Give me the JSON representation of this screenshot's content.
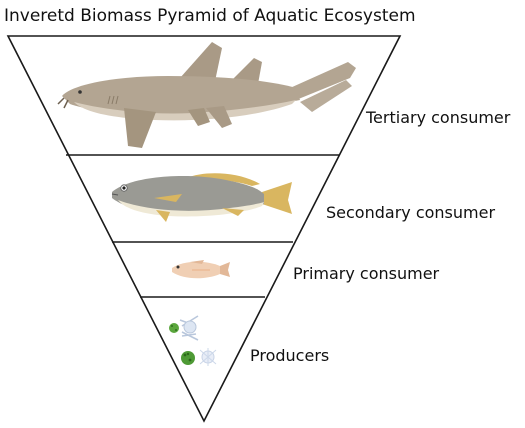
{
  "title": "Inveretd Biomass Pyramid of Aquatic Ecosystem",
  "levels": [
    {
      "label": "Tertiary consumer",
      "organism": "shark"
    },
    {
      "label": "Secondary consumer",
      "organism": "large-fish"
    },
    {
      "label": "Primary consumer",
      "organism": "small-fish"
    },
    {
      "label": "Producers",
      "organism": "phytoplankton"
    }
  ]
}
